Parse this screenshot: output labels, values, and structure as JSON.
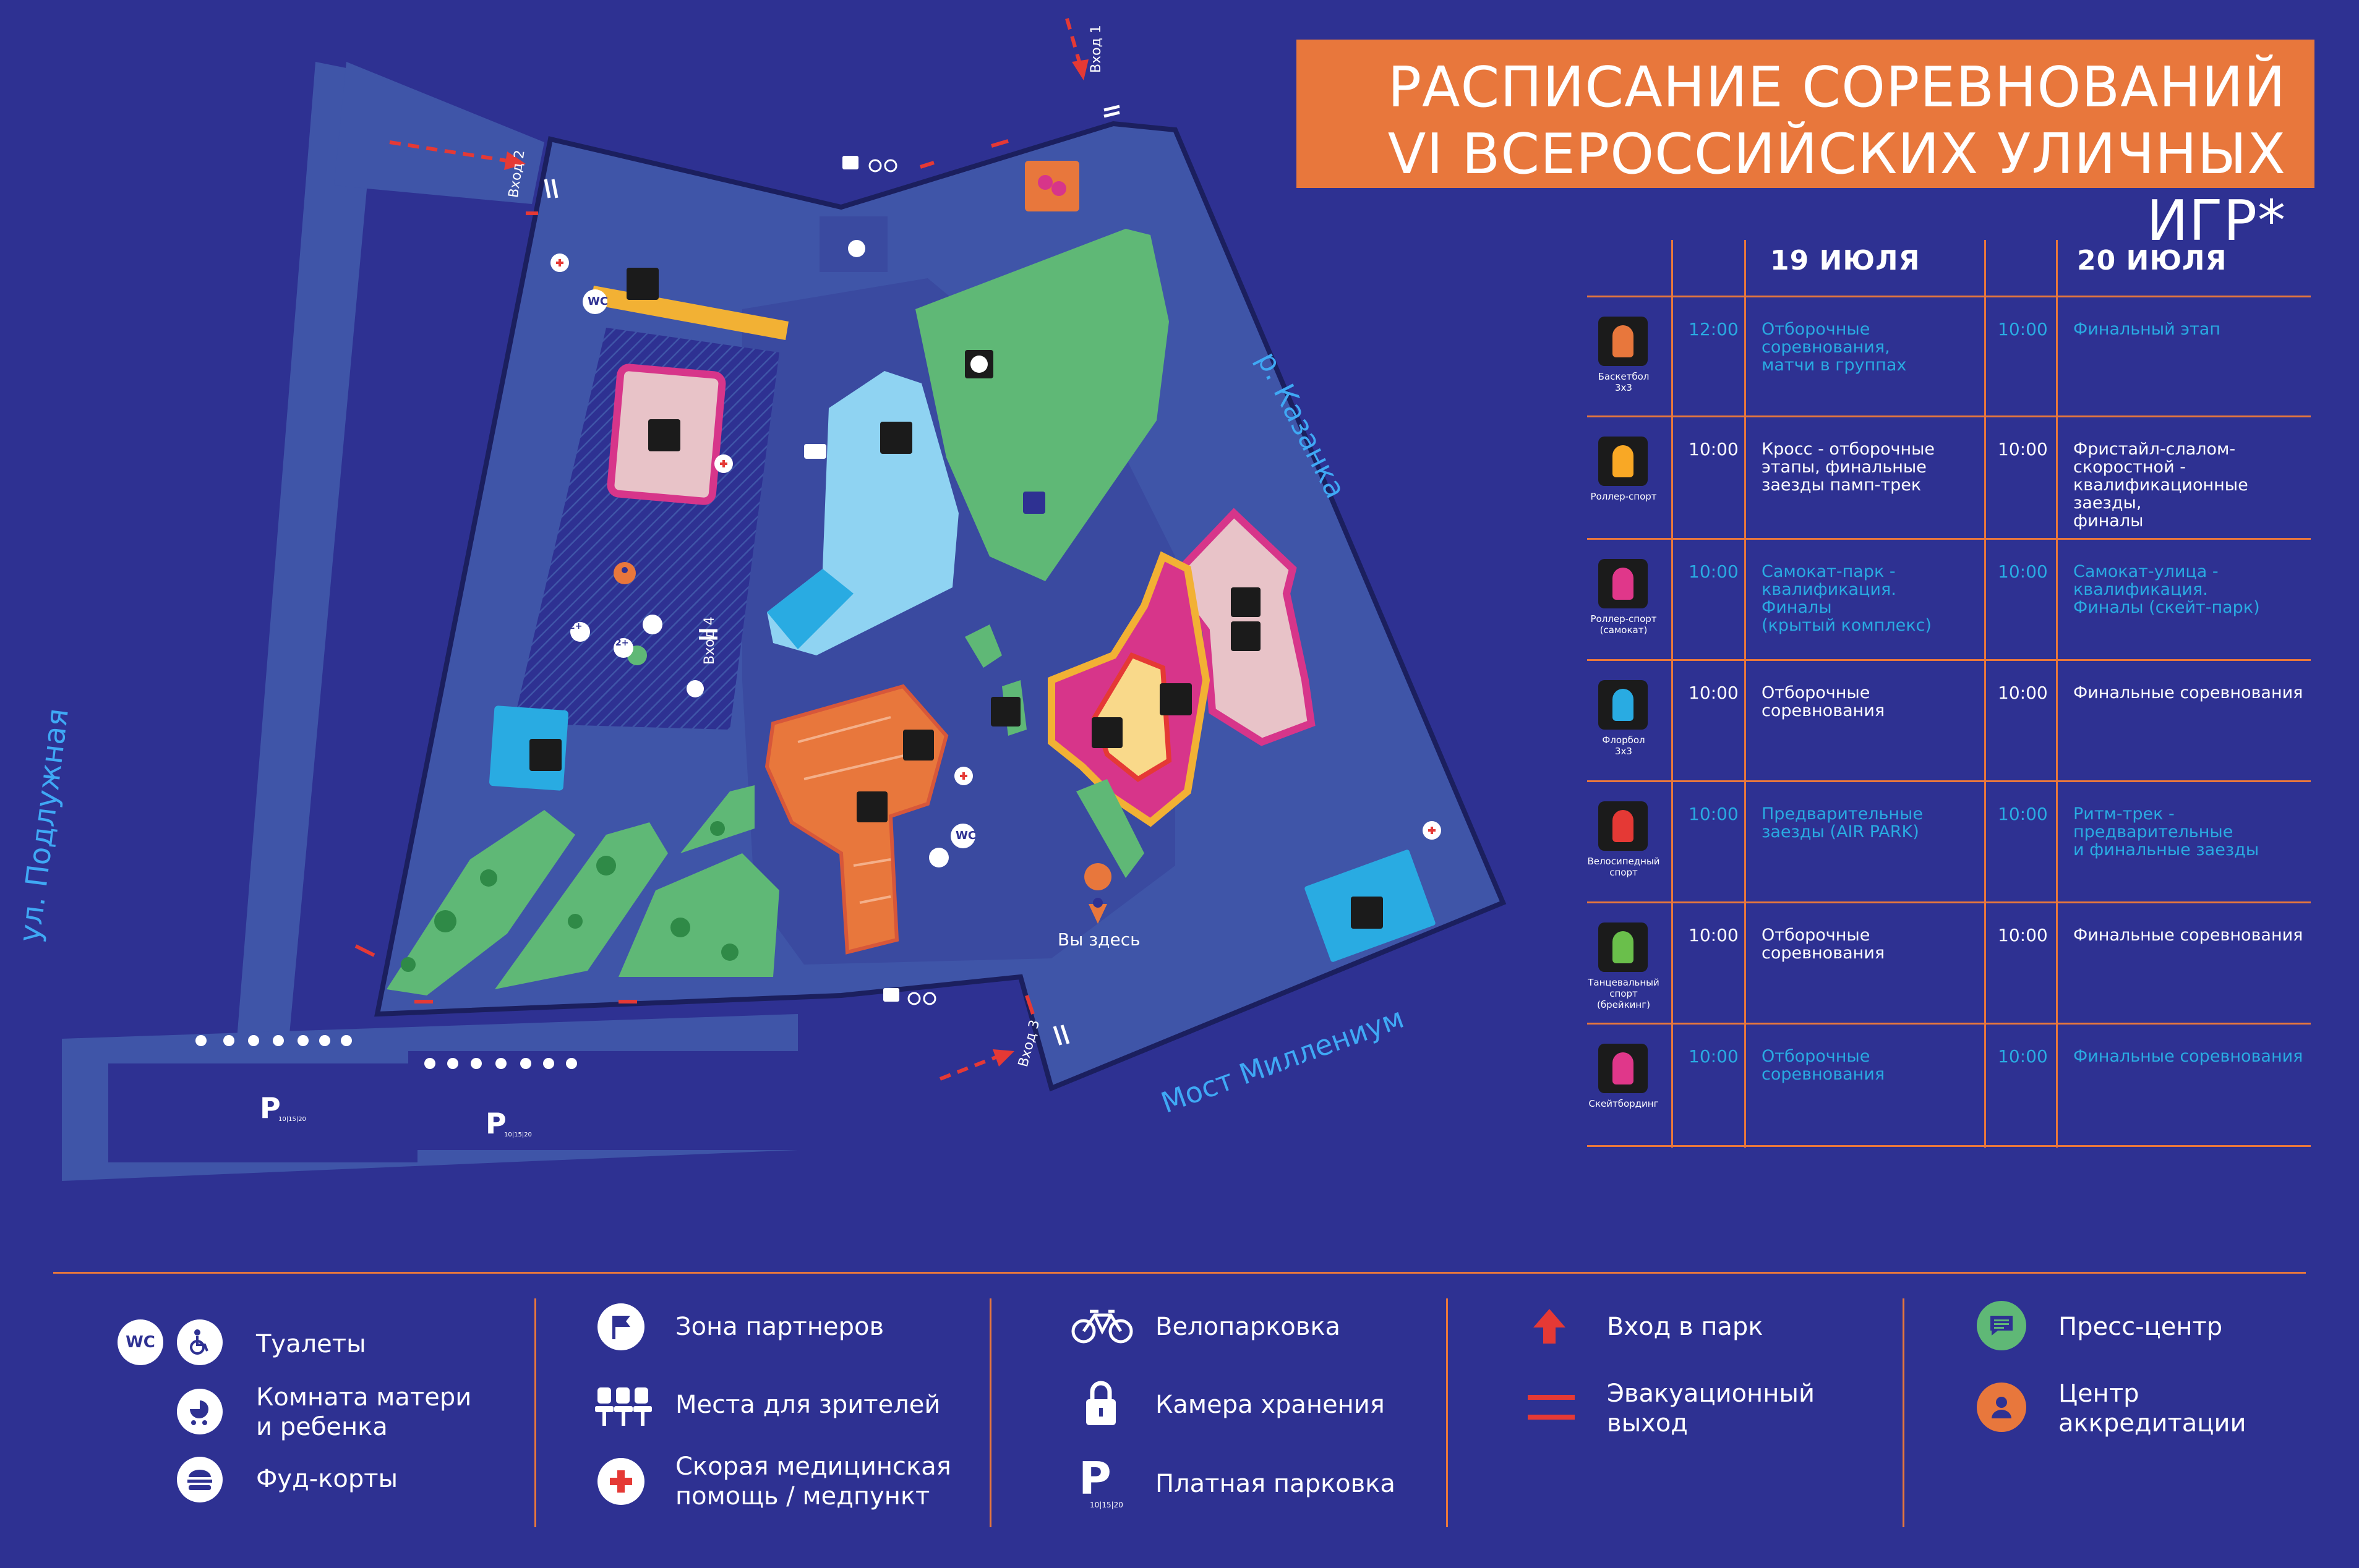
{
  "title": {
    "line1": "РАСПИСАНИЕ СОРЕВНОВАНИЙ",
    "line2": "VI ВСЕРОССИЙСКИХ УЛИЧНЫХ ИГР*"
  },
  "schedule": {
    "day1": "19 ИЮЛЯ",
    "day2": "20 ИЮЛЯ",
    "rows": [
      {
        "sport": "Баскетбол\n3x3",
        "icon": "basketball-icon",
        "icon_color": "#e8773c",
        "time1": "12:00",
        "event1": "Отборочные\nсоревнования,\nматчи в группах",
        "time2": "10:00",
        "event2": "Финальный этап",
        "color": "blue"
      },
      {
        "sport": "Роллер-спорт",
        "icon": "roller-skate-icon",
        "icon_color": "#f9a825",
        "time1": "10:00",
        "event1": "Кросс - отборочные\nэтапы, финальные\nзаезды памп-трек",
        "time2": "10:00",
        "event2": "Фристайл-слалом-\nскоростной -\nквалификационные заезды,\nфиналы",
        "color": "white"
      },
      {
        "sport": "Роллер-спорт\n(самокат)",
        "icon": "scooter-icon",
        "icon_color": "#e0378a",
        "time1": "10:00",
        "event1": "Самокат-парк -\nквалификация.\nФиналы\n(крытый комплекс)",
        "time2": "10:00",
        "event2": "Самокат-улица -\nквалификация.\nФиналы (скейт-парк)",
        "color": "blue"
      },
      {
        "sport": "Флорбол\n3x3",
        "icon": "floorball-icon",
        "icon_color": "#29abe2",
        "time1": "10:00",
        "event1": "Отборочные\nсоревнования",
        "time2": "10:00",
        "event2": "Финальные соревнования",
        "color": "white"
      },
      {
        "sport": "Велосипедный\nспорт",
        "icon": "bmx-icon",
        "icon_color": "#e53935",
        "time1": "10:00",
        "event1": "Предварительные\nзаезды (AIR PARK)",
        "time2": "10:00",
        "event2": "Ритм-трек -\nпредварительные\nи финальные заезды",
        "color": "blue"
      },
      {
        "sport": "Танцевальный\nспорт (брейкинг)",
        "icon": "breakdance-icon",
        "icon_color": "#6abf4b",
        "time1": "10:00",
        "event1": "Отборочные\nсоревнования",
        "time2": "10:00",
        "event2": "Финальные соревнования",
        "color": "white"
      },
      {
        "sport": "Скейтбординг",
        "icon": "skateboard-icon",
        "icon_color": "#e0378a",
        "time1": "10:00",
        "event1": "Отборочные\nсоревнования",
        "time2": "10:00",
        "event2": "Финальные соревнования",
        "color": "blue"
      }
    ]
  },
  "map": {
    "street_podluzhnaya": "ул. Подлужная",
    "river_kazanka": "р. Казанка",
    "bridge_millennium": "Мост Миллениум",
    "you_are_here": "Вы здесь",
    "entrance_1": "Вход 1",
    "entrance_2": "Вход 2",
    "entrance_3": "Вход 3",
    "entrance_4": "Вход 4",
    "wc_text": "WC",
    "parking_p": "P",
    "parking_sub": "10|15|20",
    "badge_2plus": "2+",
    "colors": {
      "park": "#3f55a8",
      "green": "#5fb876",
      "light_blue": "#8fd3f2",
      "salmon": "#e8c3c8",
      "magenta": "#d7358a",
      "orange": "#e8773c",
      "yellow": "#f2b134",
      "red": "#e53935",
      "boundary": "#1b1f5e"
    }
  },
  "legend": {
    "toilets": "Туалеты",
    "mother_child": "Комната матери\nи ребенка",
    "food_courts": "Фуд-корты",
    "partner_zone": "Зона партнеров",
    "spectator_seats": "Места для зрителей",
    "medical": "Скорая медицинская\nпомощь / медпункт",
    "bike_parking": "Велопарковка",
    "storage": "Камера хранения",
    "paid_parking": "Платная парковка",
    "park_entrance": "Вход в парк",
    "evac_exit": "Эвакуационный\nвыход",
    "press_center": "Пресс-центр",
    "accreditation": "Центр\nаккредитации",
    "wc_text": "WC",
    "parking_p": "P",
    "parking_sub": "10|15|20"
  }
}
